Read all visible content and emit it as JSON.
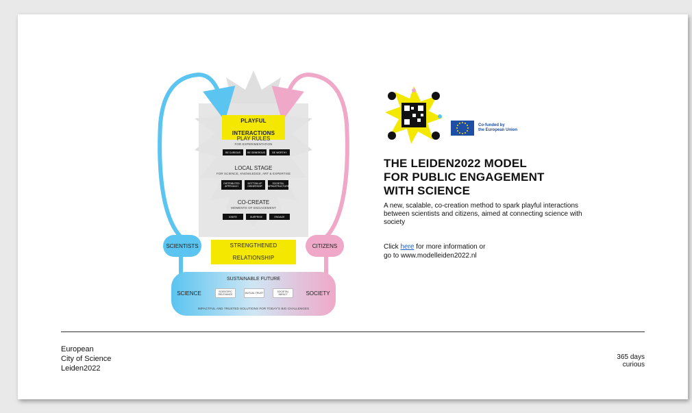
{
  "diagram": {
    "playful_interactions": "PLAYFUL INTERACTIONS",
    "play_rules": {
      "title": "PLAY RULES",
      "subtitle": "FOR EXPERIMENTATION",
      "chips": [
        "BE CURIOUS",
        "BE GENEROUS",
        "BE WORTHY"
      ]
    },
    "local_stage": {
      "title": "LOCAL STAGE",
      "subtitle": "FOR SCIENCE, KNOWLEDGE, ART & EXPERTISE",
      "chips": [
        "DISTRIBUTED APPROACH",
        "BOTTOM-UP OWNERSHIP",
        "SOCIETAL INFRASTRUCTURE"
      ]
    },
    "co_create": {
      "title": "CO-CREATE",
      "subtitle": "MOMENTS OF ENGAGEMENT",
      "chips": [
        "IGNITE",
        "SURPRISE",
        "ENGAGE"
      ]
    },
    "scientists": "SCIENTISTS",
    "citizens": "CITIZENS",
    "strengthened": "STRENGTHENED RELATIONSHIP",
    "sustainable_future": "SUSTAINABLE FUTURE",
    "science": "SCIENCE",
    "society": "SOCIETY",
    "future_chips": [
      "SCIENTIFIC RELEVANCE",
      "MUTUAL TRUST",
      "SOCIETAL IMPACT"
    ],
    "impact_line": "IMPACTFUL AND TRUSTED SOLUTIONS FOR TODAY'S BIG CHALLENGES"
  },
  "eu_badge": {
    "line1": "Co-funded by",
    "line2": "the European Union"
  },
  "headline": "THE LEIDEN2022 MODEL\nFOR PUBLIC ENGAGEMENT\nWITH SCIENCE",
  "description": "A new, scalable, co-creation method to spark playful interactions between scientists and citizens, aimed at connecting science with society",
  "click_line": {
    "prefix": "Click ",
    "link": "here",
    "suffix": " for more information or",
    "line2": "go to www.modelleiden2022.nl"
  },
  "footer": {
    "left": "European\nCity of Science\nLeiden2022",
    "right": "365 days\ncurious"
  },
  "colors": {
    "cyan": "#5bc4f0",
    "pink": "#f0a8c8",
    "yellow": "#f4e800",
    "eu_blue": "#1f4ea5"
  }
}
